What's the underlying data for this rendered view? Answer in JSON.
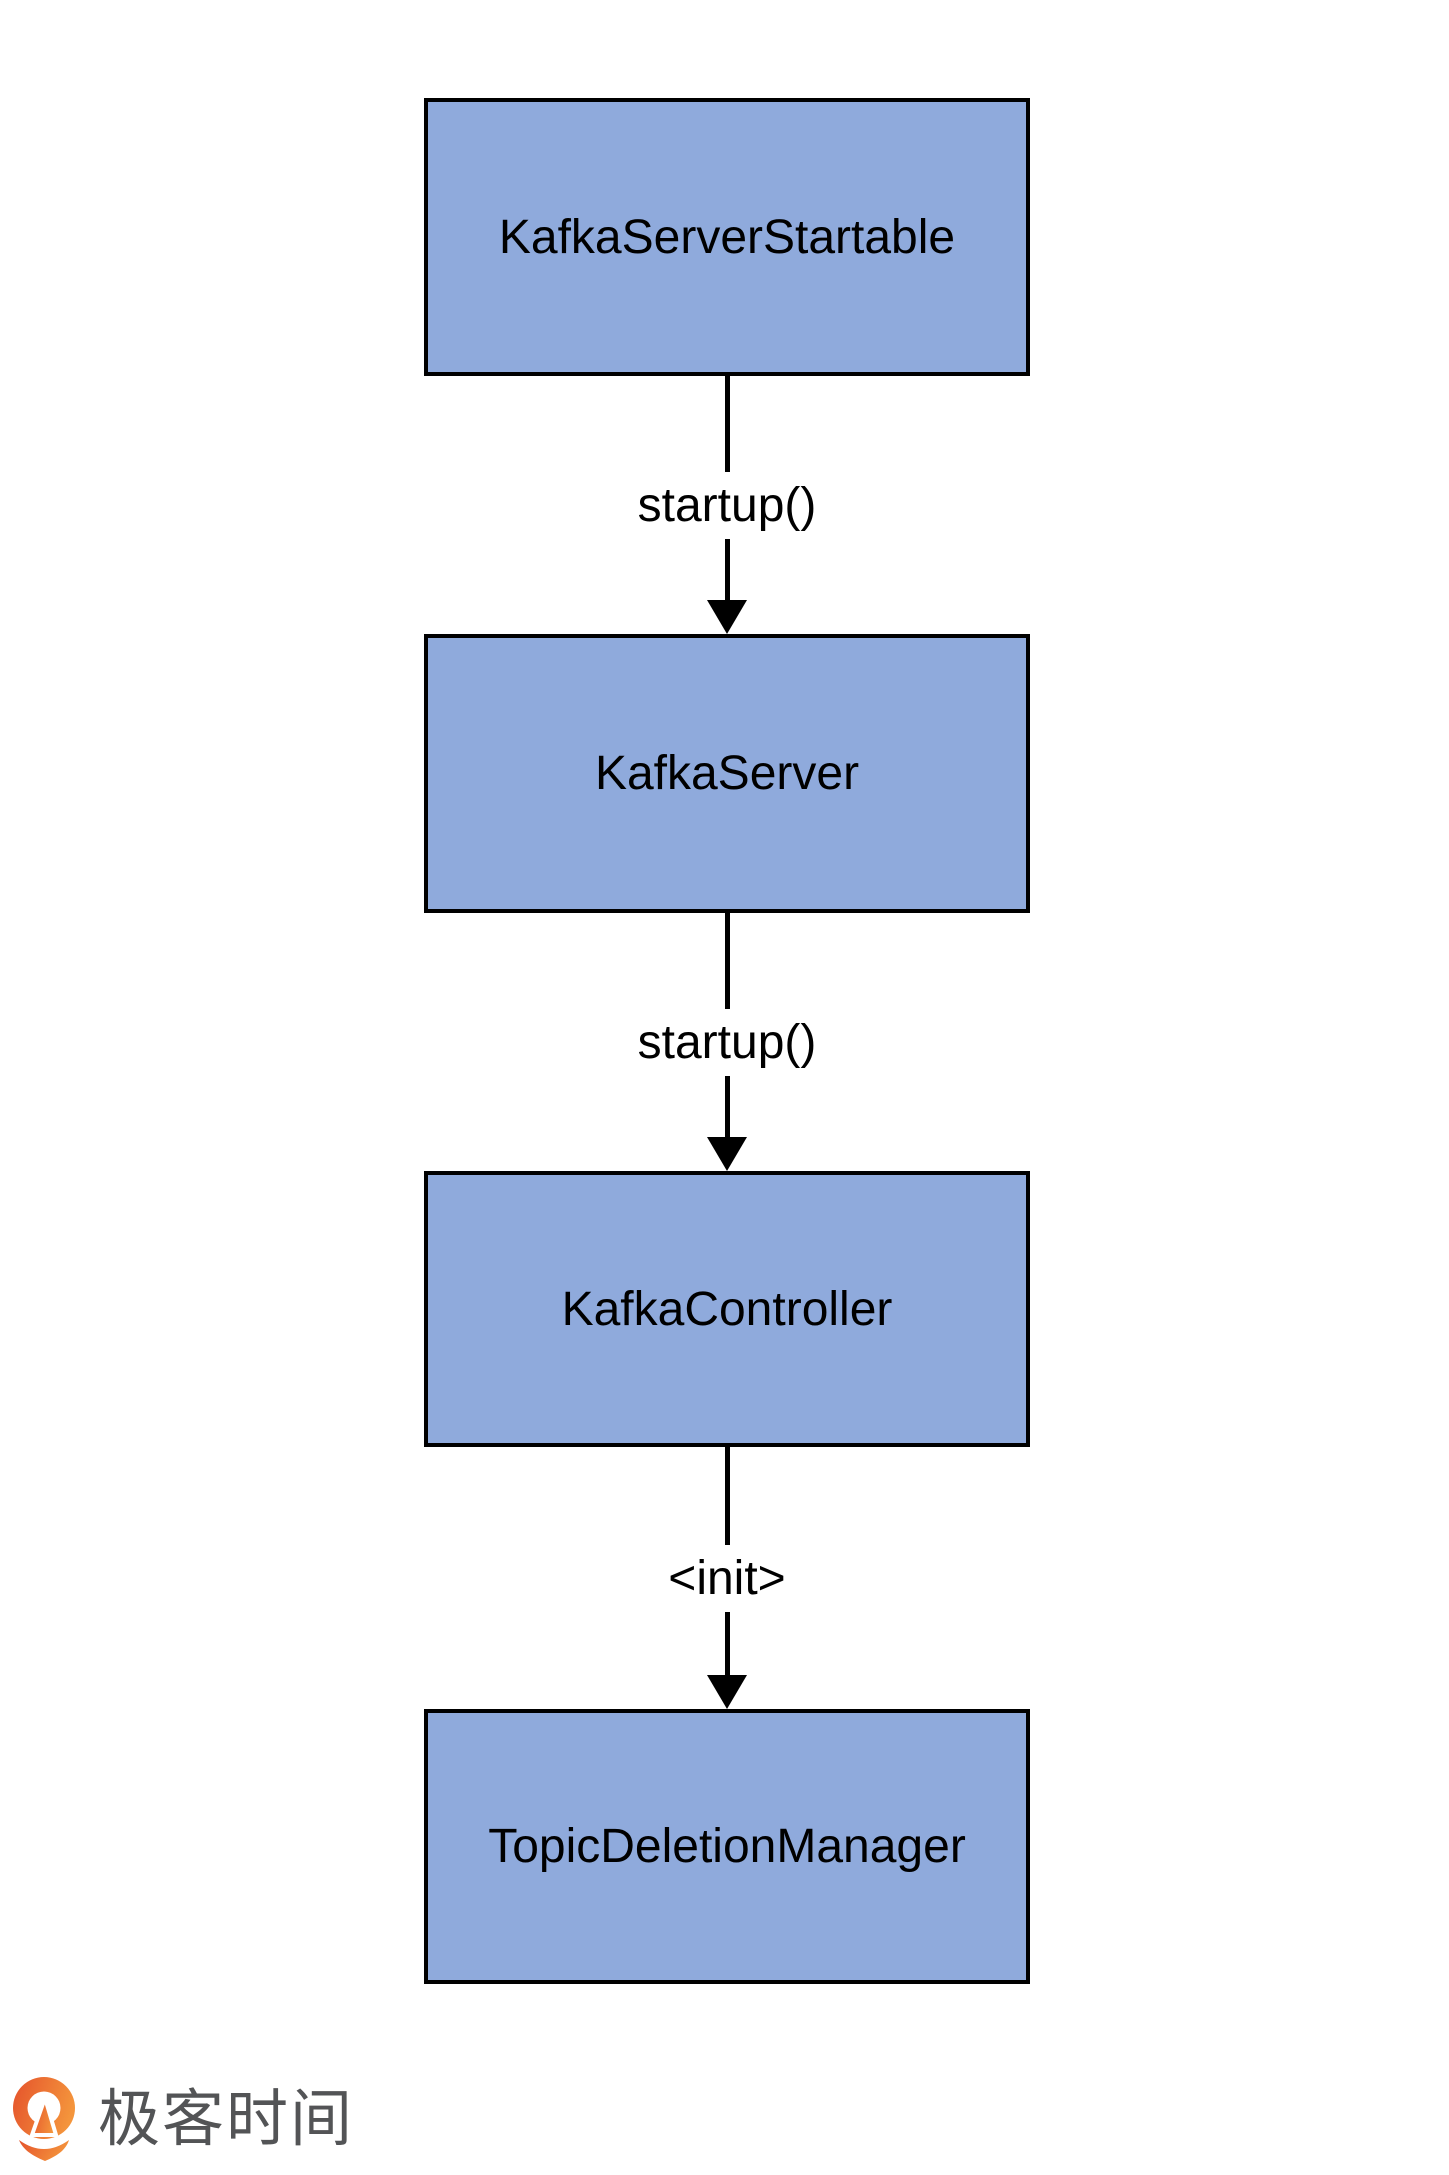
{
  "diagram": {
    "nodes": [
      {
        "label": "KafkaServerStartable"
      },
      {
        "label": "KafkaServer"
      },
      {
        "label": "KafkaController"
      },
      {
        "label": "TopicDeletionManager"
      }
    ],
    "edges": [
      {
        "from": "KafkaServerStartable",
        "to": "KafkaServer",
        "label": "startup()"
      },
      {
        "from": "KafkaServer",
        "to": "KafkaController",
        "label": "startup()"
      },
      {
        "from": "KafkaController",
        "to": "TopicDeletionManager",
        "label": "<init>"
      }
    ],
    "style": {
      "node_fill": "#8FAADC",
      "node_border": "#000000",
      "arrow_color": "#000000",
      "background": "#FFFFFF"
    }
  },
  "branding": {
    "logo_text": "极客时间",
    "logo_text_color": "#535456",
    "logo_icon": "geektime-pin-icon",
    "logo_icon_gradient": [
      "#E5542C",
      "#F4953C"
    ]
  }
}
